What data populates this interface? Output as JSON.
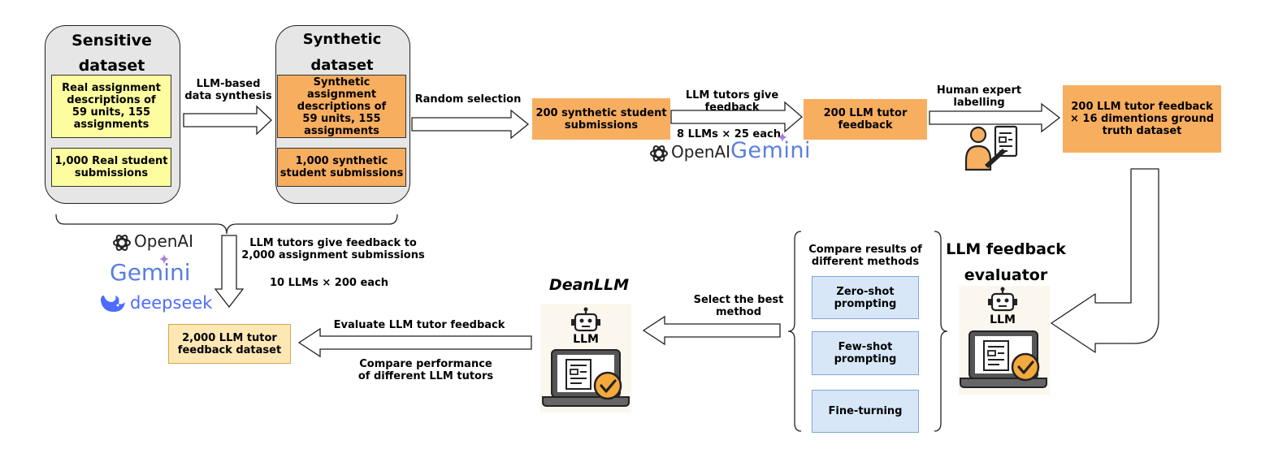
{
  "sensitive": {
    "title": "Sensitive\ndataset",
    "box1": "Real assignment\ndescriptions of\n59 units, 155\nassignments",
    "box2": "1,000 Real student\nsubmissions"
  },
  "synthetic": {
    "title": "Synthetic\ndataset",
    "box1": "Synthetic assignment\ndescriptions of\n59 units, 155\nassignments",
    "box2": "1,000 synthetic\nstudent submissions"
  },
  "labels": {
    "llm_synthesis": "LLM-based\ndata synthesis",
    "random_selection": "Random selection",
    "tutors_give_feedback": "LLM tutors give\nfeedback",
    "llms_25": "8 LLMs × 25 each",
    "human_expert": "Human expert\nlabelling",
    "tutors_2000": "LLM tutors give feedback to\n2,000 assignment submissions",
    "llms_200": "10 LLMs × 200 each",
    "evaluate": "Evaluate LLM tutor feedback",
    "compare_perf": "Compare performance\nof different LLM tutors",
    "select_best": "Select the best\nmethod",
    "compare_methods": "Compare results of\ndifferent methods"
  },
  "boxes": {
    "submissions200": "200 synthetic student\nsubmissions",
    "feedback200": "200 LLM tutor\nfeedback",
    "ground_truth": "200 LLM tutor feedback\n× 16 dimentions ground\ntruth dataset",
    "feedback_dataset": "2,000 LLM tutor\nfeedback dataset"
  },
  "methods": [
    "Zero-shot\nprompting",
    "Few-shot\nprompting",
    "Fine-turning"
  ],
  "evaluator_title": "LLM feedback\nevaluator",
  "deanllm_title": "DeanLLM",
  "robot_label": "LLM",
  "logos": {
    "openai": "OpenAI",
    "gemini": "Gemini",
    "deepseek": "deepseek"
  },
  "colors": {
    "yellow": "#fdfd9f",
    "orange": "#f7ae5f",
    "pale": "#fde7b4",
    "blue": "#d7e7f7",
    "gemini": "#5b7fe0",
    "deepseek": "#4d6bfe"
  }
}
